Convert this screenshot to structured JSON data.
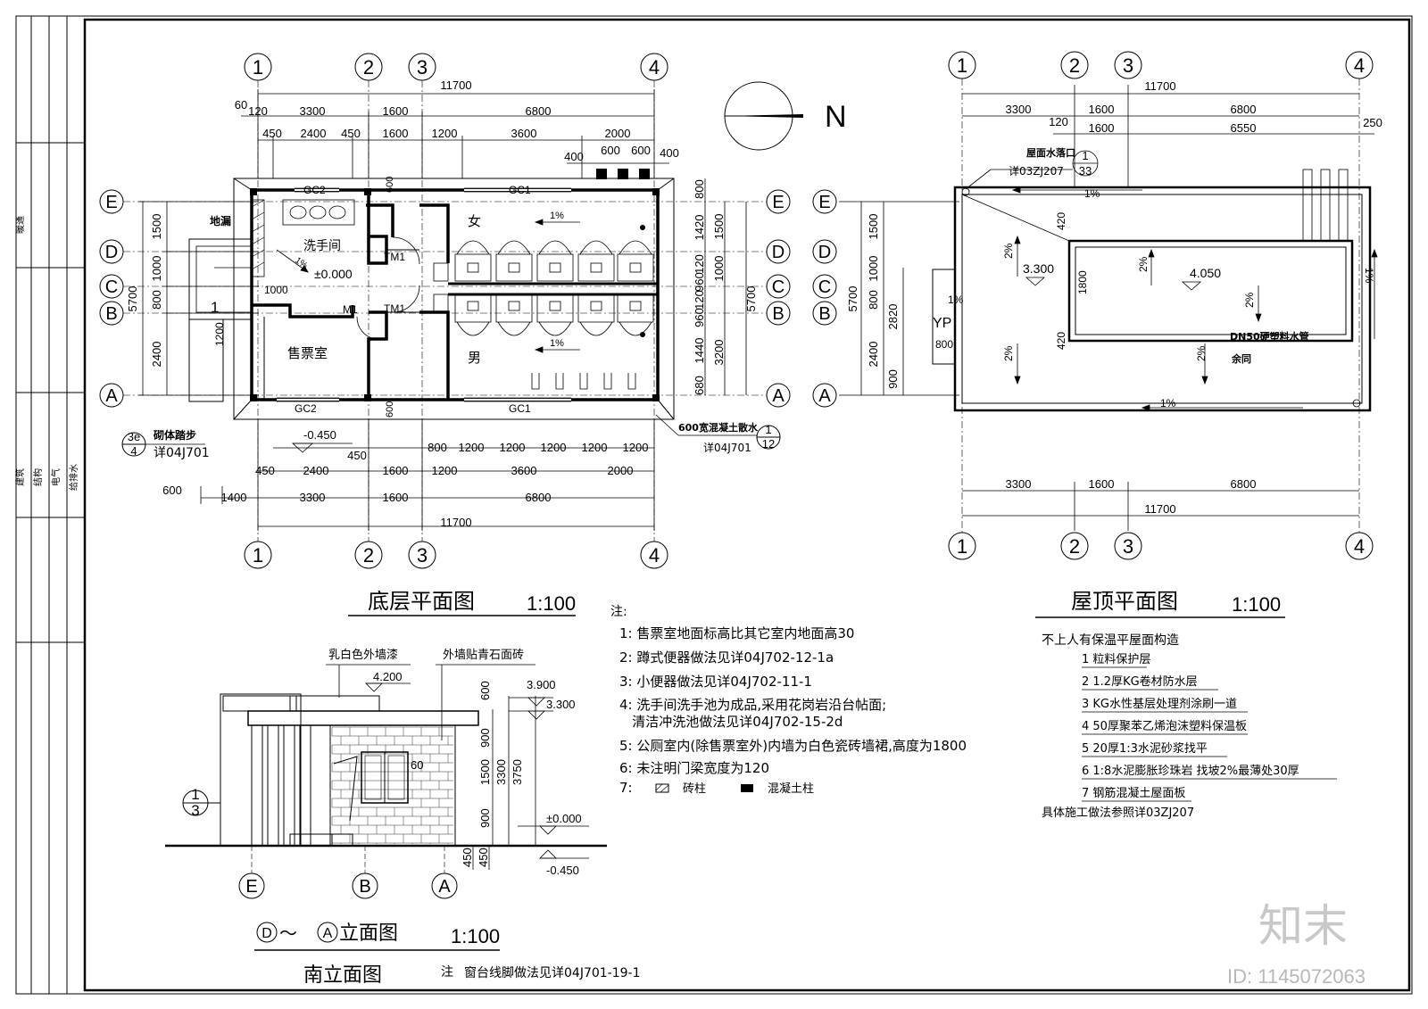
{
  "title_block": {
    "top_label": "暖通",
    "disciplines": [
      "建筑",
      "结构",
      "电气",
      "给排水"
    ]
  },
  "north_label": "N",
  "floor_plan": {
    "title": "底层平面图",
    "scale": "1:100",
    "axes_top": [
      "1",
      "2",
      "3",
      "4"
    ],
    "axes_side": [
      "E",
      "D",
      "C",
      "B",
      "A"
    ],
    "dims_top": {
      "total": "11700",
      "row1": [
        "60",
        "120",
        "3300",
        "1600",
        "6800"
      ],
      "row2": [
        "450",
        "2400",
        "450",
        "1600",
        "1200",
        "3600",
        "2000"
      ],
      "row3": [
        "400",
        "600",
        "600",
        "400"
      ]
    },
    "dims_left": [
      "1500",
      "1000",
      "800",
      "2400",
      "5700"
    ],
    "dims_right": [
      "800",
      "1420",
      "120",
      "960",
      "120",
      "960",
      "1440",
      "680",
      "1500",
      "1000",
      "5700",
      "3200"
    ],
    "dims_bottom": {
      "row1": [
        "450",
        "800",
        "1200",
        "1200",
        "1200",
        "1200",
        "1200"
      ],
      "row2": [
        "450",
        "2400",
        "1600",
        "1200",
        "3600",
        "2000"
      ],
      "row3": [
        "600",
        "1400",
        "3300",
        "1600",
        "6800"
      ],
      "total": "11700"
    },
    "inner_dims": [
      "600",
      "600",
      "1000",
      "1200",
      "1"
    ],
    "labels": {
      "floor_drain": "地漏",
      "wash_room": "洗手间",
      "elev_zero": "±0.000",
      "ticket": "售票室",
      "female": "女",
      "male": "男",
      "slope": "1%",
      "door_tm1": "TM1",
      "door_m1": "M1",
      "win_gc1": "GC1",
      "win_gc2": "GC2",
      "elev_neg": "-0.450",
      "step_note": "砌体踏步",
      "step_ref": "3e",
      "step_ref_sheet": "4",
      "step_spec": "详04J701",
      "apron_note": "600宽混凝土散水",
      "apron_ref": "1",
      "apron_ref_sheet": "12",
      "apron_spec": "详04J701"
    }
  },
  "roof_plan": {
    "title": "屋顶平面图",
    "scale": "1:100",
    "axes_top": [
      "1",
      "2",
      "3",
      "4"
    ],
    "dims_top": {
      "total": "11700",
      "row1": [
        "3300",
        "1600",
        "6800"
      ],
      "row2": [
        "120",
        "1600",
        "6550",
        "250"
      ]
    },
    "dims_left": [
      "1500",
      "1000",
      "800",
      "2400",
      "900",
      "5700",
      "2820"
    ],
    "dims_bottom": {
      "row1": [
        "3300",
        "1600",
        "6800"
      ],
      "total": "11700"
    },
    "labels": {
      "outlet": "屋面水落口",
      "outlet_ref": "1",
      "outlet_sheet": "33",
      "outlet_spec": "详03ZJ207",
      "elev1": "3.300",
      "elev2": "4.050",
      "slope1": "1%",
      "slope2": "2%",
      "dim420": "420",
      "dim1800": "1800",
      "yp": "YP",
      "dim800": "800",
      "pipe": "DN50硬塑料水管",
      "pipe2": "余同"
    }
  },
  "notes": {
    "head": "注:",
    "items": [
      "1: 售票室地面标高比其它室内地面高30",
      "2: 蹲式便器做法见详04J702-12-1a",
      "3: 小便器做法见详04J702-11-1",
      "4: 洗手间洗手池为成品,采用花岗岩沿台帖面;",
      "   清洁冲洗池做法见详04J702-15-2d",
      "5: 公厕室内(除售票室外)内墙为白色瓷砖墙裙,高度为1800",
      "6: 未注明门梁宽度为120",
      "7:"
    ],
    "legend_brick": "砖柱",
    "legend_concrete": "混凝土柱"
  },
  "roof_construction": {
    "title": "不上人有保温平屋面构造",
    "items": [
      "1 粒料保护层",
      "2 1.2厚KG卷材防水层",
      "3 KG水性基层处理剂涂刷一道",
      "4 50厚聚苯乙烯泡沫塑料保温板",
      "5 20厚1:3水泥砂浆找平",
      "6 1:8水泥膨胀珍珠岩 找坡2%最薄处30厚",
      "7 钢筋混凝土屋面板"
    ],
    "footer": "具体施工做法参照详03ZJ207"
  },
  "elevation": {
    "title_axis_a": "D",
    "title_axis_b": "A",
    "title_sep": "～",
    "title_suffix": "立面图",
    "scale": "1:100",
    "subtitle": "南立面图",
    "note_head": "注",
    "note": "窗台线脚做法见详04J701-19-1",
    "labels": {
      "paint": "乳白色外墙漆",
      "tile": "外墙贴青石面砖",
      "e4200": "4.200",
      "e3900": "3.900",
      "e3300": "3.300",
      "e0": "±0.000",
      "eneg": "-0.450",
      "d600": "600",
      "d900a": "900",
      "d1500": "1500",
      "d900b": "900",
      "d3300": "3300",
      "d3750": "3750",
      "d450a": "450",
      "d450b": "450",
      "d60": "60",
      "sec_num": "1",
      "sec_sheet": "3",
      "axes": [
        "E",
        "B",
        "A"
      ]
    }
  },
  "watermark": {
    "logo": "知末",
    "id": "ID: 1145072063"
  }
}
